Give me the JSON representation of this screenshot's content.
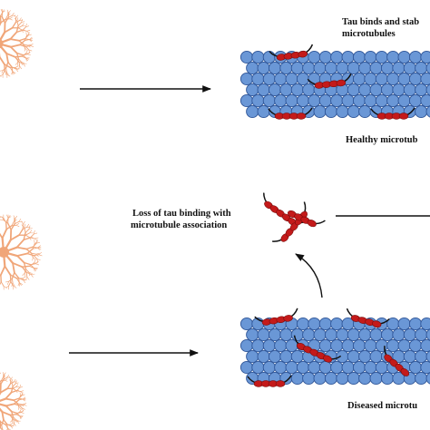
{
  "labels": {
    "tau_binds_line1": "Tau binds and stab",
    "tau_binds_line2": "microtubules",
    "healthy": "Healthy microtub",
    "loss_line1": "Loss of tau binding with",
    "loss_line2": "microtubule association",
    "diseased": "Diseased microtu"
  },
  "colors": {
    "microtubule_fill": "#6a97d6",
    "microtubule_stroke": "#2f5597",
    "tau": "#c41a1a",
    "tau_tail": "#111111",
    "neuron": "#f0a679",
    "arrow": "#111111"
  },
  "icons": {
    "neuron": "neuron-dendrite-icon",
    "arrow": "arrow-right-icon"
  }
}
